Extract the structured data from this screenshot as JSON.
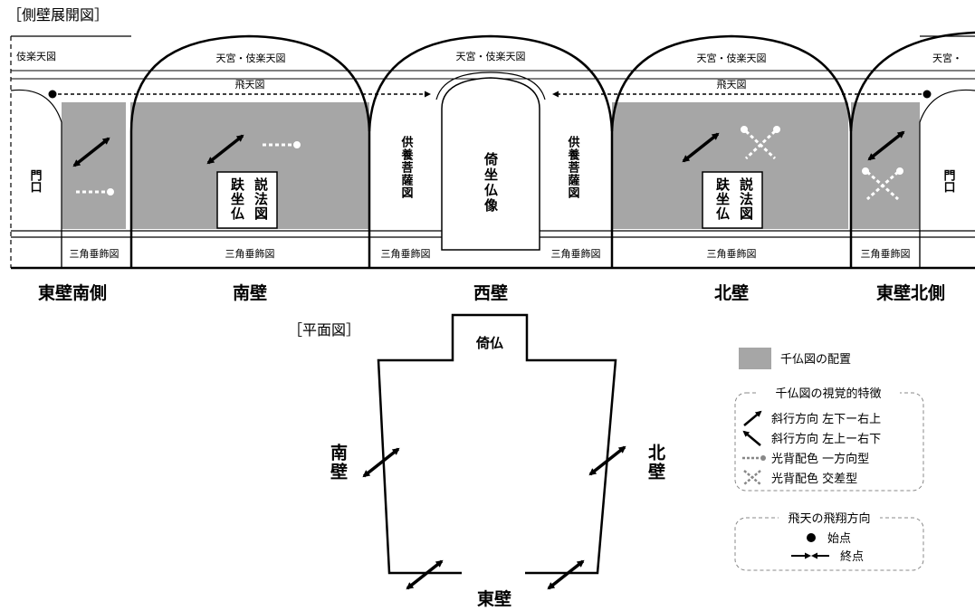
{
  "elevation": {
    "heading": "［側壁展開図］",
    "ceiling": {
      "left": "伎楽天図",
      "south": "天宮・伎楽天図",
      "west": "天宮・伎楽天図",
      "north": "天宮・伎楽天図",
      "right": "天宮・"
    },
    "hiten": "飛天図",
    "door": "門口",
    "bosatsu": "供養菩薩図",
    "buddha": "倚坐仏像",
    "sermon": "説法図",
    "seated": "趺坐仏",
    "bottom_band": "三角垂飾図",
    "walls": {
      "east_south": "東壁南側",
      "south": "南壁",
      "west": "西壁",
      "north": "北壁",
      "east_north": "東壁北側"
    }
  },
  "plan": {
    "heading": "［平面図］",
    "niche": "倚仏",
    "south": "南壁",
    "north": "北壁",
    "east": "東壁"
  },
  "legend": {
    "placement": "千仏図の配置",
    "features_title": "千仏図の視覚的特徴",
    "diag1": "斜行方向 左下ー右上",
    "diag2": "斜行方向 左上ー右下",
    "halo1": "光背配色 一方向型",
    "halo2": "光背配色 交差型",
    "flight_title": "飛天の飛翔方向",
    "start": "始点",
    "end": "終点"
  },
  "colors": {
    "panel": "#a6a6a6",
    "line": "#000000"
  }
}
